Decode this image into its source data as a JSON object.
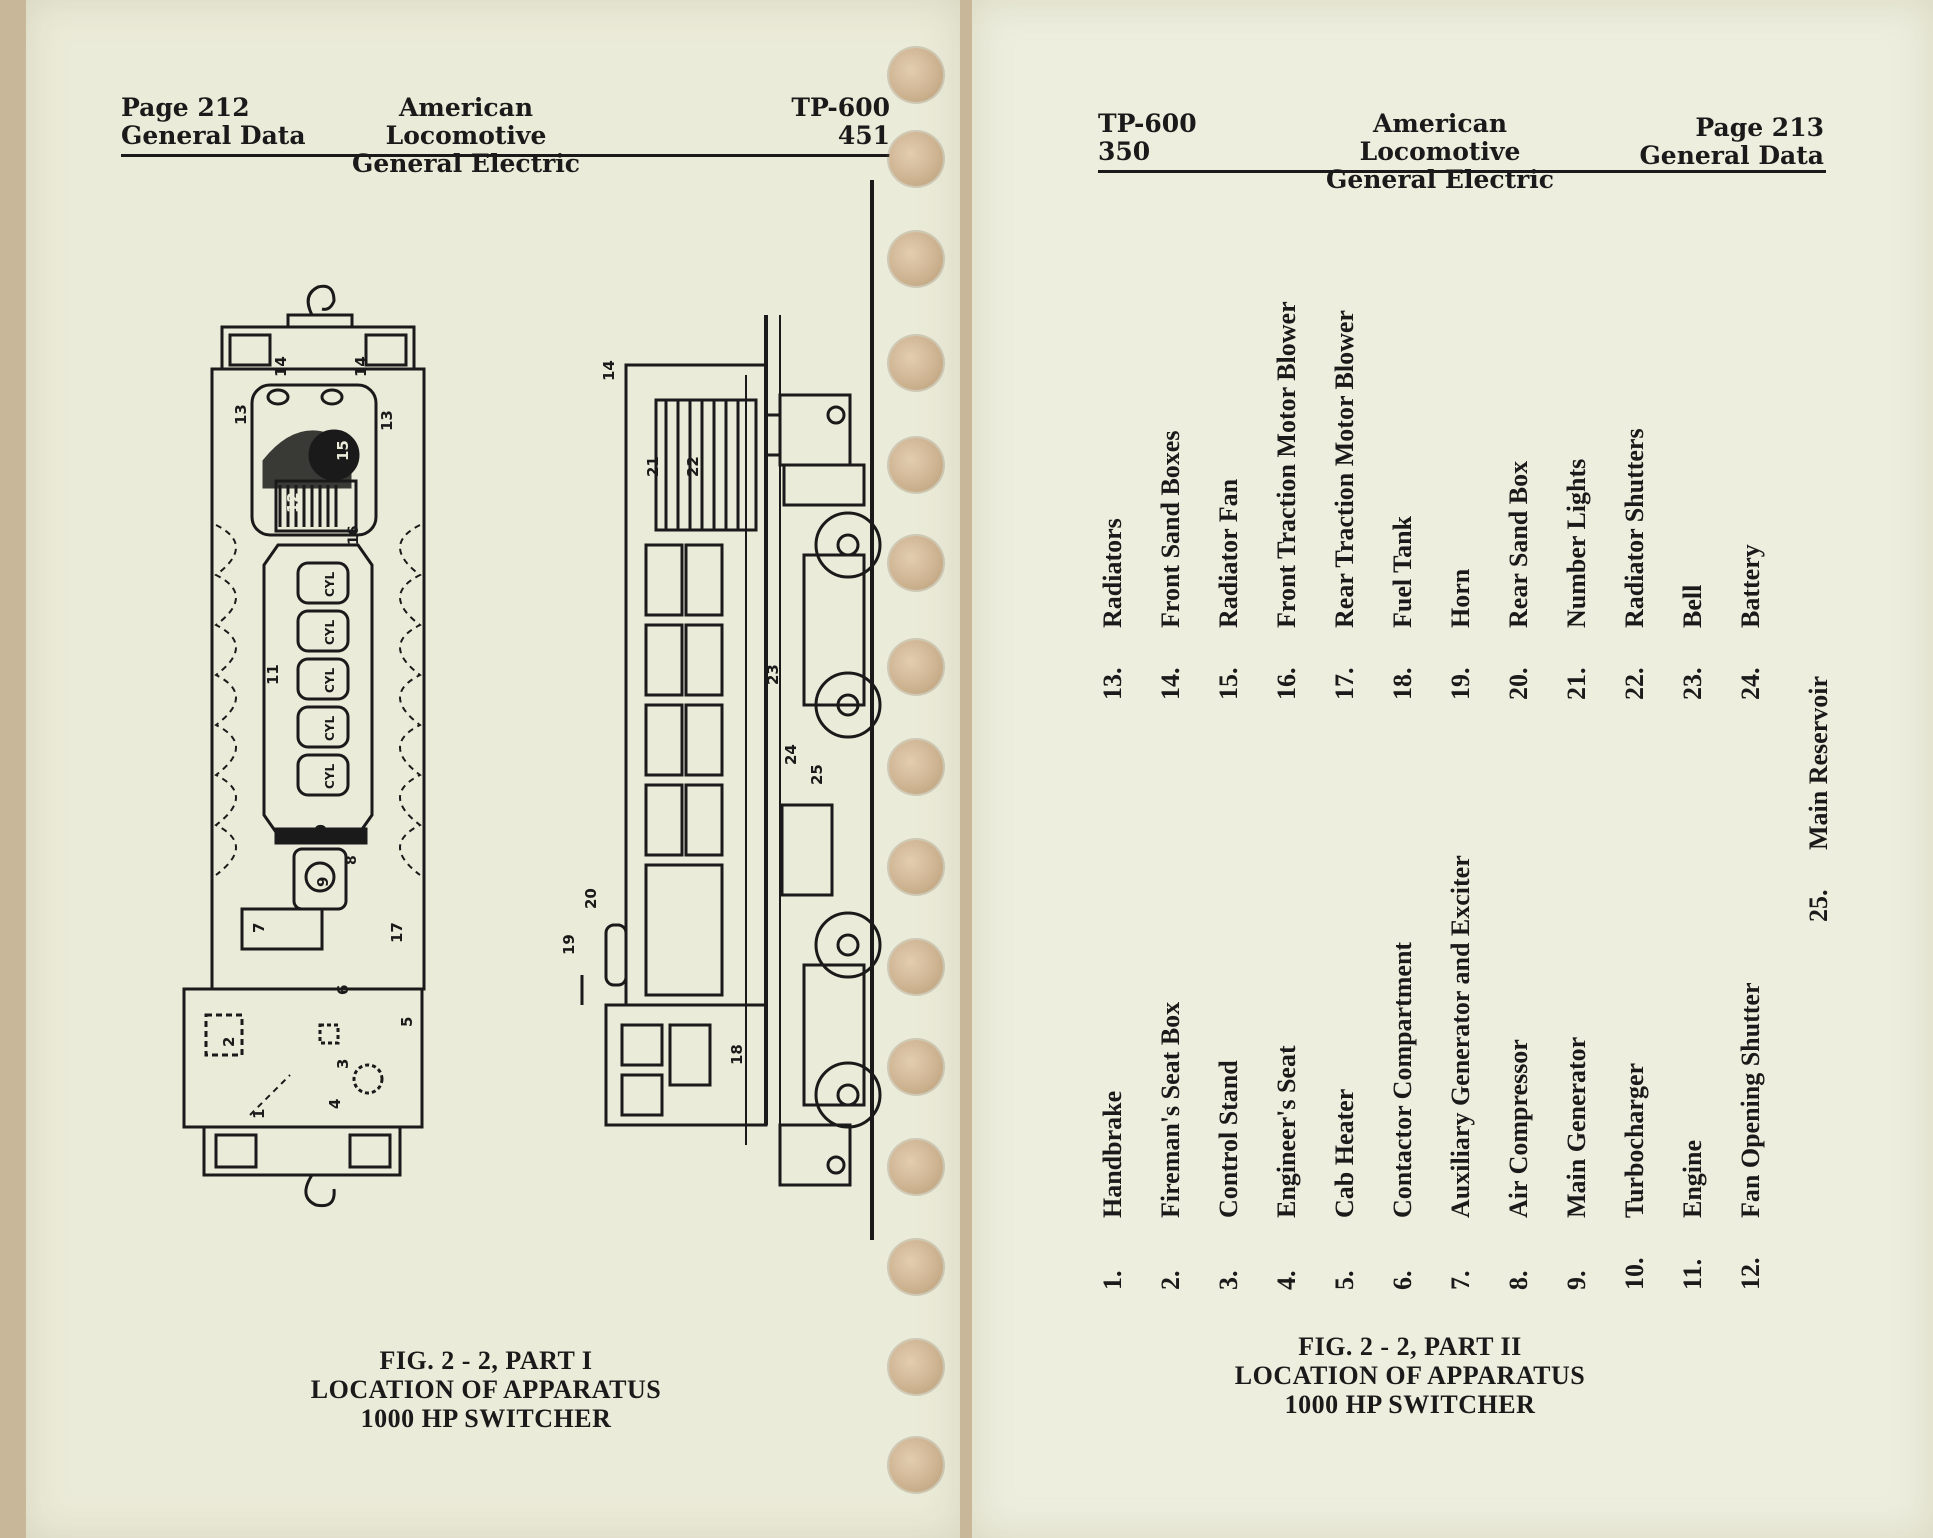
{
  "left_page": {
    "header": {
      "page": "Page 212",
      "section": "General Data",
      "company_line1": "American Locomotive",
      "company_line2": "General Electric",
      "doc": "TP-600",
      "doc_num": "451"
    },
    "diagram_labels": [
      "1",
      "2",
      "3",
      "4",
      "5",
      "6",
      "7",
      "8",
      "9",
      "10",
      "11",
      "12",
      "13",
      "14",
      "15",
      "16",
      "17",
      "18",
      "19",
      "20",
      "21",
      "22",
      "23",
      "24",
      "25"
    ],
    "cyl_label": "CYL",
    "caption": {
      "line1": "FIG. 2 - 2,   PART I",
      "line2": "LOCATION OF APPARATUS",
      "line3": "1000 HP SWITCHER"
    }
  },
  "right_page": {
    "header": {
      "doc": "TP-600",
      "doc_num": "350",
      "company_line1": "American Locomotive",
      "company_line2": "General Electric",
      "page": "Page 213",
      "section": "General Data"
    },
    "legend": [
      {
        "num": "1.",
        "label": "Handbrake"
      },
      {
        "num": "2.",
        "label": "Fireman's Seat Box"
      },
      {
        "num": "3.",
        "label": "Control Stand"
      },
      {
        "num": "4.",
        "label": "Engineer's Seat"
      },
      {
        "num": "5.",
        "label": "Cab Heater"
      },
      {
        "num": "6.",
        "label": "Contactor Compartment"
      },
      {
        "num": "7.",
        "label": "Auxiliary Generator and Exciter"
      },
      {
        "num": "8.",
        "label": "Air Compressor"
      },
      {
        "num": "9.",
        "label": "Main Generator"
      },
      {
        "num": "10.",
        "label": "Turbocharger"
      },
      {
        "num": "11.",
        "label": "Engine"
      },
      {
        "num": "12.",
        "label": "Fan Opening Shutter"
      },
      {
        "num": "13.",
        "label": "Radiators"
      },
      {
        "num": "14.",
        "label": "Front Sand Boxes"
      },
      {
        "num": "15.",
        "label": "Radiator Fan"
      },
      {
        "num": "16.",
        "label": "Front Traction Motor Blower"
      },
      {
        "num": "17.",
        "label": "Rear Traction Motor Blower"
      },
      {
        "num": "18.",
        "label": "Fuel Tank"
      },
      {
        "num": "19.",
        "label": "Horn"
      },
      {
        "num": "20.",
        "label": "Rear Sand Box"
      },
      {
        "num": "21.",
        "label": "Number Lights"
      },
      {
        "num": "22.",
        "label": "Radiator Shutters"
      },
      {
        "num": "23.",
        "label": "Bell"
      },
      {
        "num": "24.",
        "label": "Battery"
      },
      {
        "num": "25.",
        "label": "Main Reservoir"
      }
    ],
    "caption": {
      "line1": "FIG. 2 - 2,   PART II",
      "line2": "LOCATION OF APPARATUS",
      "line3": "1000 HP SWITCHER"
    }
  }
}
